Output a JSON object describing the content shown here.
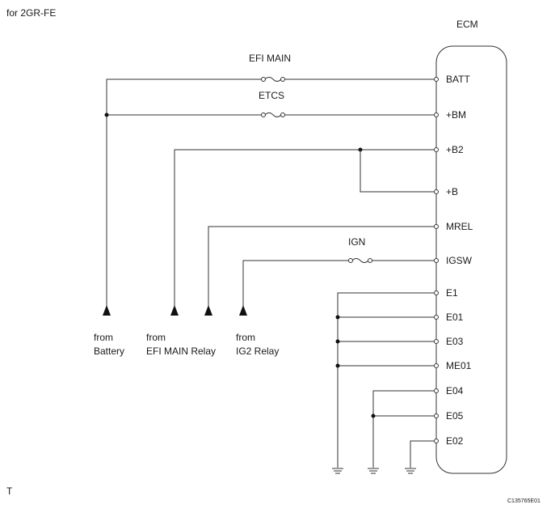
{
  "header": {
    "title": "for 2GR-FE"
  },
  "ecm": {
    "label": "ECM",
    "pins": [
      "BATT",
      "+BM",
      "+B2",
      "+B",
      "MREL",
      "IGSW",
      "E1",
      "E01",
      "E03",
      "ME01",
      "E04",
      "E05",
      "E02"
    ]
  },
  "fuses": {
    "efi_main": "EFI MAIN",
    "etcs": "ETCS",
    "ign": "IGN"
  },
  "sources": {
    "battery": {
      "line1": "from",
      "line2": "Battery"
    },
    "efi_main_relay": {
      "line1": "from",
      "line2": "EFI MAIN Relay"
    },
    "ig2_relay": {
      "line1": "from",
      "line2": "IG2 Relay"
    }
  },
  "footer": {
    "left_mark": "T",
    "code": "C135765E01"
  }
}
